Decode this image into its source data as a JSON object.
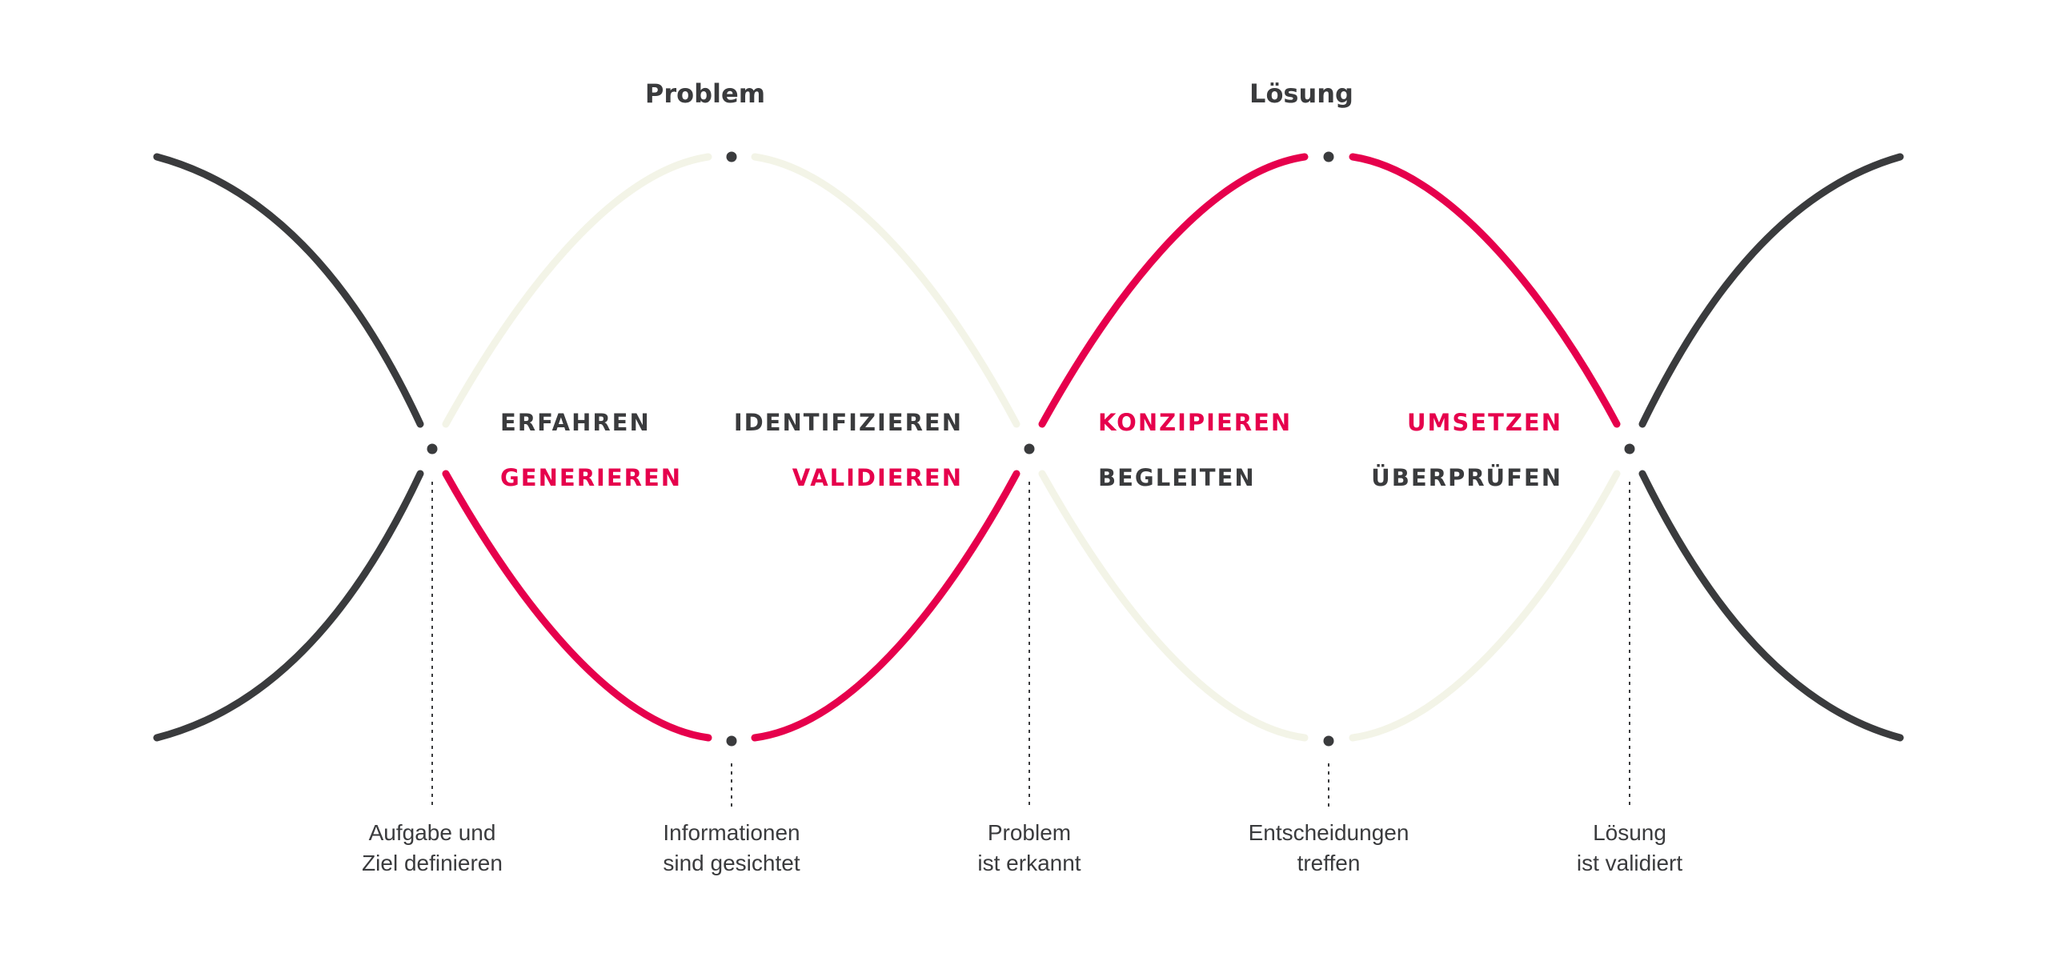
{
  "colors": {
    "dark": "#3a3b3d",
    "accent": "#e6004c",
    "pale": "#f3f4e7"
  },
  "headings": {
    "problem": "Problem",
    "solution": "Lösung"
  },
  "phases": {
    "erfahren": "ERFAHREN",
    "generieren": "GENERIEREN",
    "identifizieren": "IDENTIFIZIEREN",
    "validieren": "VALIDIEREN",
    "konzipieren": "KONZIPIEREN",
    "begleiten": "BEGLEITEN",
    "umsetzen": "UMSETZEN",
    "ueberpruefen": "ÜBERPRÜFEN"
  },
  "milestones": [
    {
      "line1": "Aufgabe und",
      "line2": "Ziel definieren"
    },
    {
      "line1": "Informationen",
      "line2": "sind gesichtet"
    },
    {
      "line1": "Problem",
      "line2": "ist erkannt"
    },
    {
      "line1": "Entscheidungen",
      "line2": "treffen"
    },
    {
      "line1": "Lösung",
      "line2": "ist validiert"
    }
  ]
}
